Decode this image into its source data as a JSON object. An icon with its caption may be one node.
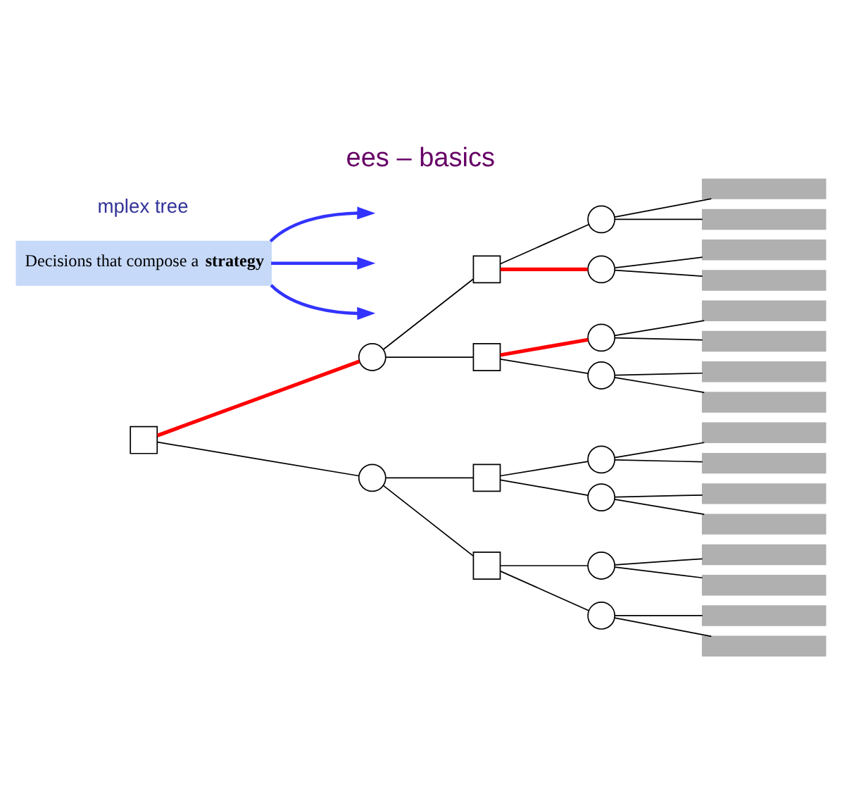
{
  "diagram": {
    "title": "ees – basics",
    "nodes": [
      {
        "text": [],
        "shape": "box"
      },
      {
        "text": [],
        "shape": "circle"
      },
      {
        "text": [],
        "shape": "circle"
      },
      {
        "text": [],
        "shape": "box"
      },
      {
        "text": [],
        "shape": "box"
      },
      {
        "text": [],
        "shape": "box"
      },
      {
        "text": [],
        "shape": "box"
      },
      {
        "text": [],
        "shape": "circle"
      },
      {
        "text": [],
        "shape": "circle"
      },
      {
        "text": [],
        "shape": "circle"
      },
      {
        "text": [],
        "shape": "circle"
      },
      {
        "text": [],
        "shape": "circle"
      },
      {
        "text": [],
        "shape": "circle"
      },
      {
        "text": [],
        "shape": "circle"
      },
      {
        "text": [],
        "shape": "circle"
      },
      {
        "text": [],
        "shape": "bar"
      },
      {
        "text": [],
        "shape": "bar"
      },
      {
        "text": [],
        "shape": "bar"
      },
      {
        "text": [],
        "shape": "bar"
      },
      {
        "text": [],
        "shape": "bar"
      },
      {
        "text": [],
        "shape": "bar"
      },
      {
        "text": [],
        "shape": "bar"
      },
      {
        "text": [],
        "shape": "bar"
      },
      {
        "text": [],
        "shape": "bar"
      },
      {
        "text": [],
        "shape": "bar"
      },
      {
        "text": [],
        "shape": "bar"
      },
      {
        "text": [],
        "shape": "bar"
      },
      {
        "text": [],
        "shape": "bar"
      },
      {
        "text": [],
        "shape": "bar"
      },
      {
        "text": [],
        "shape": "bar"
      },
      {
        "text": [],
        "shape": "bar"
      },
      {
        "text": [
          "Decisions that compose a **strategy**"
        ]
      }
    ],
    "edges": [
      {
        "from": 0,
        "to": 1,
        "arrow": "none",
        "style": "thick",
        "color": "#ff0000"
      },
      {
        "from": 0,
        "to": 2,
        "arrow": "none"
      },
      {
        "from": 1,
        "to": 3,
        "arrow": "none"
      },
      {
        "from": 1,
        "to": 4,
        "arrow": "none"
      },
      {
        "from": 2,
        "to": 5,
        "arrow": "none"
      },
      {
        "from": 2,
        "to": 6,
        "arrow": "none"
      },
      {
        "from": 3,
        "to": 7,
        "arrow": "none"
      },
      {
        "from": 3,
        "to": 8,
        "arrow": "none",
        "style": "thick",
        "color": "#ff0000"
      },
      {
        "from": 4,
        "to": 9,
        "arrow": "none",
        "style": "thick",
        "color": "#ff0000"
      },
      {
        "from": 4,
        "to": 10,
        "arrow": "none"
      },
      {
        "from": 5,
        "to": 11,
        "arrow": "none"
      },
      {
        "from": 5,
        "to": 12,
        "arrow": "none"
      },
      {
        "from": 6,
        "to": 13,
        "arrow": "none"
      },
      {
        "from": 6,
        "to": 14,
        "arrow": "none"
      },
      {
        "from": 7,
        "to": 15,
        "arrow": "none"
      },
      {
        "from": 7,
        "to": 16,
        "arrow": "none"
      },
      {
        "from": 8,
        "to": 17,
        "arrow": "none"
      },
      {
        "from": 8,
        "to": 18,
        "arrow": "none"
      },
      {
        "from": 9,
        "to": 19,
        "arrow": "none"
      },
      {
        "from": 9,
        "to": 20,
        "arrow": "none"
      },
      {
        "from": 10,
        "to": 21,
        "arrow": "none"
      },
      {
        "from": 10,
        "to": 22,
        "arrow": "none"
      },
      {
        "from": 11,
        "to": 23,
        "arrow": "none"
      },
      {
        "from": 11,
        "to": 24,
        "arrow": "none"
      },
      {
        "from": 12,
        "to": 25,
        "arrow": "none"
      },
      {
        "from": 12,
        "to": 26,
        "arrow": "none"
      },
      {
        "from": 13,
        "to": 27,
        "arrow": "none"
      },
      {
        "from": 13,
        "to": 28,
        "arrow": "none"
      },
      {
        "from": 14,
        "to": 29,
        "arrow": "none"
      },
      {
        "from": 14,
        "to": 30,
        "arrow": "none"
      },
      {
        "from": 31,
        "to": null,
        "arrow": "to",
        "color": "#3333ff"
      },
      {
        "from": 31,
        "to": null,
        "arrow": "to",
        "color": "#3333ff"
      },
      {
        "from": 31,
        "to": null,
        "arrow": "to",
        "color": "#3333ff"
      }
    ],
    "labels": [
      "mplex tree"
    ]
  }
}
